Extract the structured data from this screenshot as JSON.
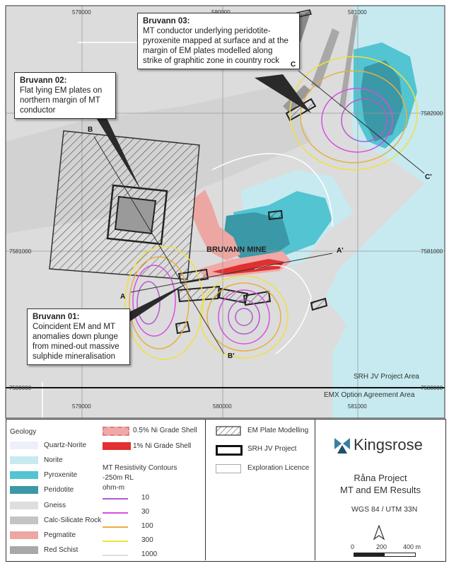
{
  "map": {
    "easting_labels": [
      "579000",
      "580000",
      "581000"
    ],
    "northing_labels": [
      "7582000",
      "7581000",
      "7580000"
    ],
    "callouts": [
      {
        "title": "Bruvann 03:",
        "text": "MT conductor underlying peridotite-pyroxenite mapped at surface and at the margin of EM plates modelled along strike of graphitic zone in country rock"
      },
      {
        "title": "Bruvann 02:",
        "text": "Flat lying EM plates on northern margin of MT conductor"
      },
      {
        "title": "Bruvann 01:",
        "text": "Coincident EM and MT anomalies down plunge from mined-out massive sulphide mineralisation"
      }
    ],
    "sections": {
      "a": "A",
      "a_prime": "A'",
      "b": "B",
      "b_prime": "B'",
      "c": "C",
      "c_prime": "C'"
    },
    "mine_label": "BRUVANN MINE",
    "srh_area": "SRH JV Project Area",
    "emx_area": "EMX Option Agreement Area"
  },
  "legend": {
    "geology_title": "Geology",
    "geology": [
      {
        "label": "Quartz-Norite",
        "color": "#eef0f8"
      },
      {
        "label": "Norite",
        "color": "#c6eaf0"
      },
      {
        "label": "Pyroxenite",
        "color": "#52c4d2"
      },
      {
        "label": "Peridotite",
        "color": "#3b98a6"
      },
      {
        "label": "Gneiss",
        "color": "#dedede"
      },
      {
        "label": "Calc-Silicate Rock",
        "color": "#c4c4c4"
      },
      {
        "label": "Pegmatite",
        "color": "#eda7a3"
      },
      {
        "label": "Red Schist",
        "color": "#a8a8a8"
      }
    ],
    "grade": [
      {
        "label": "0.5% Ni Grade Shell",
        "color": "#f0a8a8"
      },
      {
        "label": "1% Ni Grade Shell",
        "color": "#e03030"
      }
    ],
    "mt_title": "MT Resistivity Contours",
    "mt_subtitle": "-250m RL",
    "mt_unit": "ohm-m",
    "mt_contours": [
      {
        "label": "10",
        "color": "#b25ad0"
      },
      {
        "label": "30",
        "color": "#d84ee0"
      },
      {
        "label": "100",
        "color": "#e6b040"
      },
      {
        "label": "300",
        "color": "#f0e040"
      },
      {
        "label": "1000",
        "color": "#ffffff"
      }
    ],
    "other": [
      {
        "label": "EM Plate Modelling"
      },
      {
        "label": "SRH JV Project"
      },
      {
        "label": "Exploration Licence"
      }
    ],
    "brand": "Kingsrose",
    "project": "Råna Project",
    "project_sub": "MT and EM Results",
    "crs": "WGS 84 / UTM 33N",
    "scale": [
      "0",
      "200",
      "400 m"
    ],
    "colors": {
      "accent": "#3a7fa0",
      "brand_dark": "#1c4f6b"
    }
  }
}
